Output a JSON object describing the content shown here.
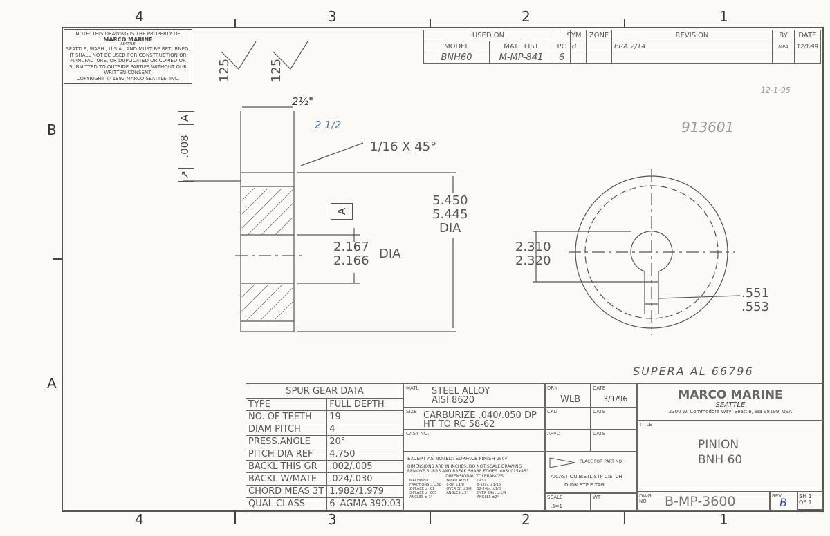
{
  "zones": {
    "top": [
      "4",
      "3",
      "2",
      "1"
    ],
    "bottom": [
      "4",
      "3",
      "2",
      "1"
    ],
    "left": [
      "B",
      "A"
    ]
  },
  "note": {
    "lines": [
      "NOTE: THIS DRAWING IS THE PROPERTY OF",
      "MARCO MARINE",
      "SEATTLE",
      "SEATTLE, WASH., U.S.A., AND MUST BE RETURNED.",
      "IT SHALL NOT BE USED FOR CONSTRUCTION OR",
      "MANUFACTURE, OR DUPLICATED OR COPIED OR",
      "SUBMITTED TO OUTSIDE PARTIES WITHOUT OUR",
      "WRITTEN CONSENT.",
      "COPYRIGHT © 1992 MARCO SEATTLE, INC."
    ]
  },
  "used_on": {
    "header": "USED ON",
    "model_label": "MODEL",
    "matl_list_label": "MATL LIST",
    "pc_label": "PC",
    "model": "BNH60",
    "matl_list": "M-MP-841",
    "pc": "6"
  },
  "revision": {
    "sym_label": "SYM",
    "zone_label": "ZONE",
    "revision_label": "REVISION",
    "by_label": "BY",
    "date_label": "DATE",
    "sym": "B",
    "zone": "",
    "revision": "ERA 2/14",
    "by": "MPA",
    "date": "12/1/99"
  },
  "annotations": {
    "date_stamp": "12-1-95",
    "part_ref": "913601",
    "supera": "SUPERA AL 66796"
  },
  "dims": {
    "finish1": "125",
    "finish2": "125",
    "width": "2½\"",
    "width_hand": "2 1/2",
    "runout": ".008",
    "datum": "A",
    "chamfer": "1/16 X 45°",
    "od_max": "5.450",
    "od_min": "5.445",
    "od_dia": "DIA",
    "bore_max": "2.167",
    "bore_min": "2.166",
    "bore_dia": "DIA",
    "key_a": "2.310",
    "key_b": "2.320",
    "kw_a": ".551",
    "kw_b": ".553"
  },
  "spur_gear": {
    "title": "SPUR GEAR DATA",
    "rows": [
      [
        "TYPE",
        "FULL DEPTH"
      ],
      [
        "NO. OF TEETH",
        "19"
      ],
      [
        "DIAM PITCH",
        "4"
      ],
      [
        "PRESS.ANGLE",
        "20°"
      ],
      [
        "PITCH DIA REF",
        "4.750"
      ],
      [
        "BACKL THIS GR",
        ".002/.005"
      ],
      [
        "BACKL W/MATE",
        ".024/.030"
      ],
      [
        "CHORD MEAS 3T",
        "1.982/1.979"
      ]
    ],
    "qual_label": "QUAL CLASS",
    "qual_num": "6",
    "qual_std": "AGMA 390.03"
  },
  "title_block": {
    "matl_label": "MATL",
    "matl": [
      "STEEL ALLOY",
      "AISI 8620"
    ],
    "size_label": "SIZE",
    "size": [
      "CARBURIZE .040/.050 DP",
      "HT TO RC 58-62"
    ],
    "cast_label": "CAST NO.",
    "drn_label": "DRN",
    "drn": "WLB",
    "date_label": "DATE",
    "drn_date": "3/1/96",
    "ckd_label": "CKD",
    "apvd_label": "APVD",
    "tolerance": {
      "finish": "EXCEPT AS NOTED: SURFACE FINISH",
      "finish_val": "250",
      "l1": "DIMENSIONS ARE IN INCHES. DO NOT SCALE DRAWING",
      "l2": "REMOVE BURRS AND BREAK SHARP EDGES .005/.015x45°",
      "l3": "DIMENSIONAL TOLERANCES",
      "cols": [
        [
          "MACHINED",
          "FRACTIONS ±1/32",
          "2-PLACE ± .01",
          "3-PLACE ± .005",
          "ANGLES ± 1°"
        ],
        [
          "FABRICATED",
          "0-3ft ±1/8",
          "OVER 3ft ±1/4",
          "ANGLES ±2°"
        ],
        [
          "CAST",
          "0-12in. ±1/16",
          "12-24in. ±1/8",
          "OVER 24in. ±1/4",
          "ANGLES ±2°"
        ]
      ]
    },
    "part_place": "PLACE FOR PART NO.",
    "marks1": "A:CAST ON  B:STL STP  C:ETCH",
    "marks2": "D:INK STP  E:TAG",
    "scale_label": "SCALE",
    "scale": ".5=1",
    "wt_label": "WT",
    "company": "MARCO MARINE",
    "city": "SEATTLE",
    "address": "2300 W. Commodore Way, Seattle, Wa 98199, USA",
    "title_label": "TITLE",
    "title": [
      "PINION",
      "BNH 60"
    ],
    "dwg_label": "DWG. NO.",
    "dwg": "B-MP-3600",
    "rev_label": "REV",
    "rev": "B",
    "sh_label": "SH 1 OF 1"
  }
}
